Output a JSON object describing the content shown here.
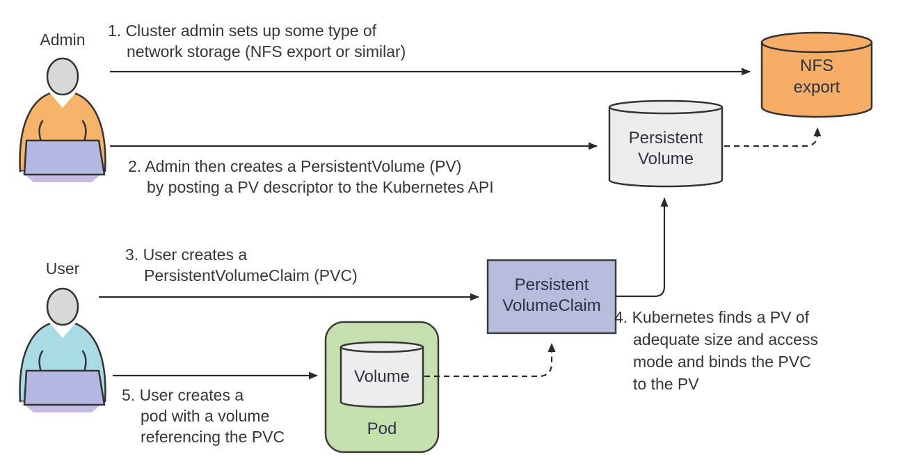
{
  "actors": {
    "admin": "Admin",
    "user": "User"
  },
  "steps": {
    "s1": "1. Cluster admin sets up some type of\nnetwork storage (NFS export or similar)",
    "s2": "2. Admin then creates a PersistentVolume (PV)\nby posting a PV descriptor to the Kubernetes API",
    "s3": "3. User creates a\nPersistentVolumeClaim (PVC)",
    "s4": "4. Kubernetes finds a PV of\nadequate size and access\nmode and binds the PVC\nto the PV",
    "s5": "5. User creates a\npod with a volume\nreferencing the PVC"
  },
  "nodes": {
    "nfs_export": "NFS\nexport",
    "persistent_volume": "Persistent\nVolume",
    "persistent_volume_claim": "Persistent\nVolumeClaim",
    "volume": "Volume",
    "pod": "Pod"
  },
  "colors": {
    "nfs_fill": "#f6ad66",
    "cylinder_fill": "#ededed",
    "pod_fill": "#c6dfae",
    "pvc_fill": "#b5bcdc",
    "admin_body": "#f6b46a",
    "user_body": "#a9dbe5",
    "laptop": "#b4b8e2",
    "laptop_shadow": "#c9bce4",
    "head": "#d8d8d8",
    "line": "#2a2a2a",
    "text": "#33363d"
  }
}
